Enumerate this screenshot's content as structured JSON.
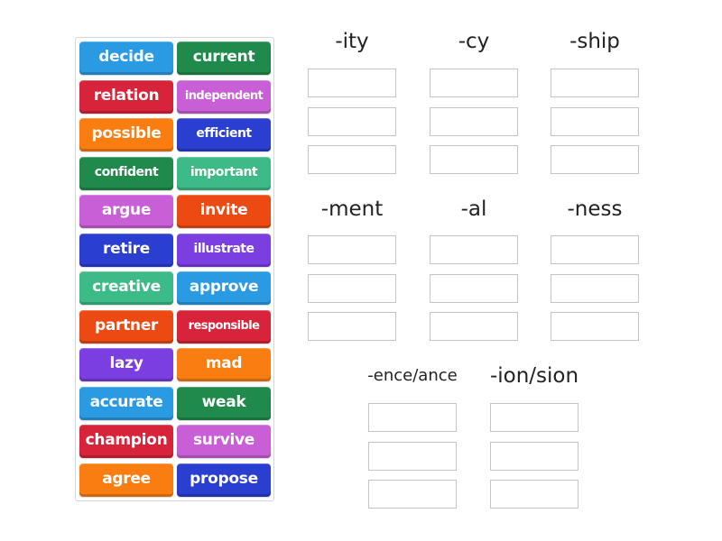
{
  "word_bank": {
    "tiles": [
      {
        "label": "decide",
        "color": "#2a9be3"
      },
      {
        "label": "current",
        "color": "#1f8a4c"
      },
      {
        "label": "relation",
        "color": "#d8243a"
      },
      {
        "label": "independent",
        "color": "#c95fd6"
      },
      {
        "label": "possible",
        "color": "#fa7d12"
      },
      {
        "label": "efficient",
        "color": "#2a3fcf"
      },
      {
        "label": "confident",
        "color": "#1f8a4c"
      },
      {
        "label": "important",
        "color": "#3dbb86"
      },
      {
        "label": "argue",
        "color": "#c95fd6"
      },
      {
        "label": "invite",
        "color": "#ec4a12"
      },
      {
        "label": "retire",
        "color": "#2a3fcf"
      },
      {
        "label": "illustrate",
        "color": "#7b3ee0"
      },
      {
        "label": "creative",
        "color": "#3dbb86"
      },
      {
        "label": "approve",
        "color": "#2a9be3"
      },
      {
        "label": "partner",
        "color": "#ec4a12"
      },
      {
        "label": "responsible",
        "color": "#d8243a"
      },
      {
        "label": "lazy",
        "color": "#7b3ee0"
      },
      {
        "label": "mad",
        "color": "#fa7d12"
      },
      {
        "label": "accurate",
        "color": "#2a9be3"
      },
      {
        "label": "weak",
        "color": "#1f8a4c"
      },
      {
        "label": "champion",
        "color": "#d8243a"
      },
      {
        "label": "survive",
        "color": "#c95fd6"
      },
      {
        "label": "agree",
        "color": "#fa7d12"
      },
      {
        "label": "propose",
        "color": "#2a3fcf"
      }
    ]
  },
  "groups": [
    {
      "title": "-ity",
      "slots": 3
    },
    {
      "title": "-cy",
      "slots": 3
    },
    {
      "title": "-ship",
      "slots": 3
    },
    {
      "title": "-ment",
      "slots": 3
    },
    {
      "title": "-al",
      "slots": 3
    },
    {
      "title": "-ness",
      "slots": 3
    },
    {
      "title": "-ence/ance",
      "slots": 3
    },
    {
      "title": "-ion/sion",
      "slots": 3
    }
  ]
}
